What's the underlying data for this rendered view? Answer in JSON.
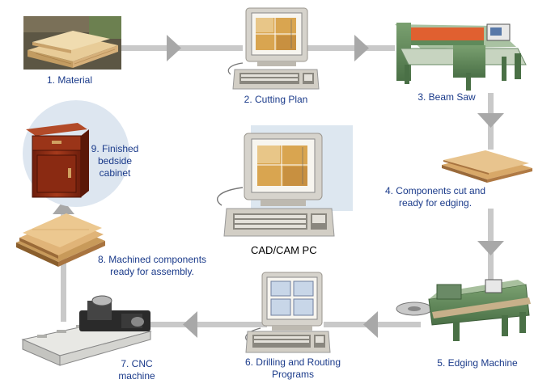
{
  "steps": {
    "s1": "1. Material",
    "s2": "2. Cutting Plan",
    "s3": "3. Beam Saw",
    "s4_l1": "4. Components cut and",
    "s4_l2": "ready for edging.",
    "s5": "5. Edging Machine",
    "s6_l1": "6. Drilling and Routing",
    "s6_l2": "Programs",
    "s7_l1": "7. CNC",
    "s7_l2": "machine",
    "s8_l1": "8. Machined components",
    "s8_l2": "ready for assembly.",
    "s9_l1": "9. Finished",
    "s9_l2": "bedside",
    "s9_l3": "cabinet"
  },
  "center": {
    "label": "CAD/CAM PC"
  },
  "colors": {
    "arrow": "#c9c9c9",
    "arrow_head": "#a8a8a8",
    "label_text": "#1a3a8a",
    "cad_bg": "#dde7f0",
    "finished_circle": "#dde6f0",
    "wood": "#d8a868",
    "machine_green": "#5f8a5a",
    "saw_orange": "#e06030",
    "cabinet": "#8a2a16",
    "monitor": "#d6d3cc",
    "plan_fill": "#d9a550"
  }
}
